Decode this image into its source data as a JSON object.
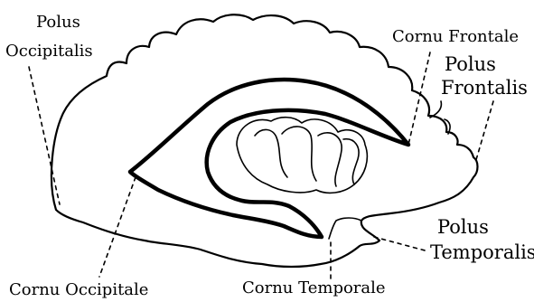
{
  "labels": {
    "polus_occipitalis_line1": "Polus",
    "polus_occipitalis_line2": "Occipitalis",
    "cornu_frontale": "Cornu Frontale",
    "polus_frontalis_line1": "Polus",
    "polus_frontalis_line2": "Frontalis",
    "polus_temporalis_line1": "Polus",
    "polus_temporalis_line2": "Temporalis",
    "cornu_occipitale": "Cornu Occipitale",
    "cornu_temporale": "Cornu Temporale"
  }
}
